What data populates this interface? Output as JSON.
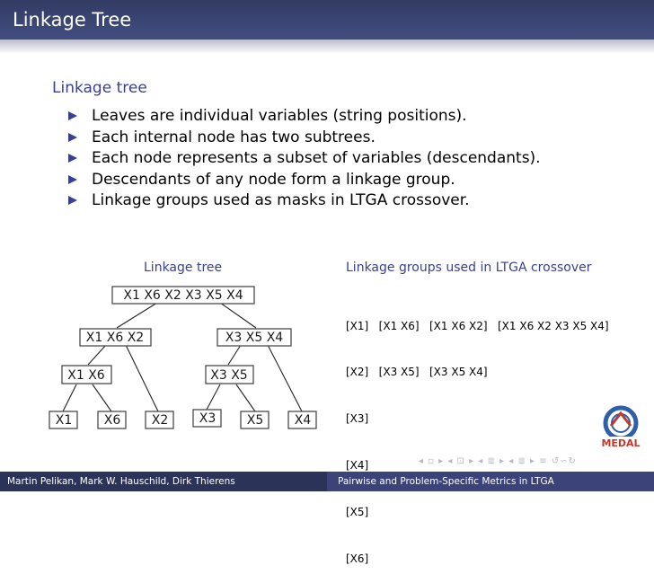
{
  "slide": {
    "title": "Linkage Tree",
    "heading": "Linkage tree",
    "bullets": [
      "Leaves are individual variables (string positions).",
      "Each internal node has two subtrees.",
      "Each node represents a subset of variables (descendants).",
      "Descendants of any node form a linkage group.",
      "Linkage groups used as masks in LTGA crossover."
    ]
  },
  "tree_figure": {
    "title": "Linkage tree",
    "nodes": {
      "root": "X1 X6 X2 X3 X5 X4",
      "left": "X1 X6 X2",
      "right": "X3 X5 X4",
      "x1x6": "X1 X6",
      "x3x5": "X3 X5",
      "leaf_x1": "X1",
      "leaf_x6": "X6",
      "leaf_x2": "X2",
      "leaf_x3": "X3",
      "leaf_x5": "X5",
      "leaf_x4": "X4"
    }
  },
  "groups_panel": {
    "title": "Linkage groups used in LTGA crossover",
    "lines": [
      "[X1]   [X1 X6]   [X1 X6 X2]   [X1 X6 X2 X3 X5 X4]",
      "[X2]   [X3 X5]   [X3 X5 X4]",
      "[X3]",
      "[X4]",
      "[X5]",
      "[X6]"
    ]
  },
  "footer": {
    "authors": "Martin Pelikan, Mark W. Hauschild, Dirk Thierens",
    "talk_title": "Pairwise and Problem-Specific Metrics in LTGA"
  },
  "logo": {
    "text": "MEDAL",
    "colors": {
      "ring": "#2e5fa8",
      "accent": "#c0392b"
    }
  },
  "colors": {
    "title_bar": "#3a4470",
    "structure": "#3a3f8f",
    "footer_left": "#2c3359",
    "footer_right": "#3b4378"
  },
  "nav": {
    "symbols": "◂ ▫ ▸  ◂ ⊡ ▸  ◂ ≣ ▸  ◂ ≣ ▸   ≡   ↺∽↻"
  }
}
